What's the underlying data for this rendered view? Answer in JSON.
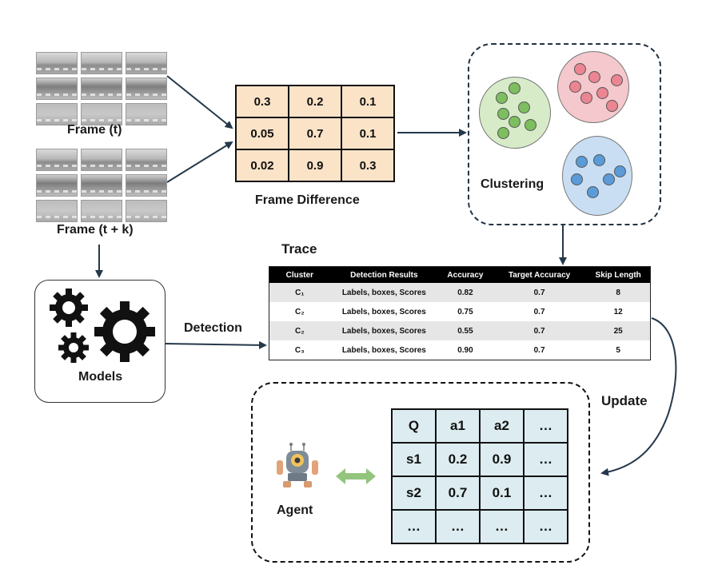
{
  "frames": {
    "frame_t_label": "Frame (t)",
    "frame_tk_label": "Frame (t + k)"
  },
  "frame_difference": {
    "label": "Frame Difference",
    "matrix": [
      [
        "0.3",
        "0.2",
        "0.1"
      ],
      [
        "0.05",
        "0.7",
        "0.1"
      ],
      [
        "0.02",
        "0.9",
        "0.3"
      ]
    ]
  },
  "clustering": {
    "label": "Clustering",
    "colors": {
      "green": "#d7ebc9",
      "green_dot": "#7dbe5f",
      "red": "#f4c8cd",
      "red_dot": "#eb8592",
      "blue": "#c9def2",
      "blue_dot": "#5b9bd8"
    }
  },
  "models": {
    "label": "Models",
    "icon": "gears-icon"
  },
  "detection_label": "Detection",
  "update_label": "Update",
  "trace": {
    "title": "Trace",
    "headers": [
      "Cluster",
      "Detection Results",
      "Accuracy",
      "Target Accuracy",
      "Skip Length"
    ],
    "rows": [
      [
        "C₁",
        "Labels, boxes, Scores",
        "0.82",
        "0.7",
        "8"
      ],
      [
        "C₂",
        "Labels, boxes, Scores",
        "0.75",
        "0.7",
        "12"
      ],
      [
        "C₂",
        "Labels, boxes, Scores",
        "0.55",
        "0.7",
        "25"
      ],
      [
        "C₃",
        "Labels, boxes, Scores",
        "0.90",
        "0.7",
        "5"
      ]
    ]
  },
  "agent": {
    "label": "Agent",
    "icon": "robot-icon"
  },
  "q_table": [
    [
      "Q",
      "a1",
      "a2",
      "…"
    ],
    [
      "s1",
      "0.2",
      "0.9",
      "…"
    ],
    [
      "s2",
      "0.7",
      "0.1",
      "…"
    ],
    [
      "…",
      "…",
      "…",
      "…"
    ]
  ]
}
